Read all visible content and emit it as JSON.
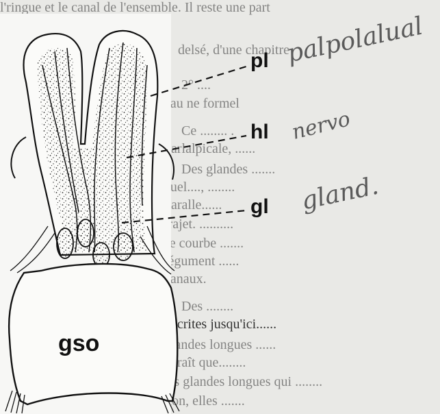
{
  "labels": {
    "pl": "pl",
    "hl": "hl",
    "gl": "gl",
    "gso": "gso"
  },
  "handwriting": {
    "pl": "palpolalual",
    "hl": "nervo",
    "gl": "gland."
  },
  "background_lines": [
    "l'ringue et le canal de l'ensemble. Il reste une part",
    "delsé, d'une chapitre",
    "2° .... ",
    "eau ne formel",
    "Ce ........ . ",
    "parlalpicale, ......",
    "Des glandes .......",
    "auel...., ........",
    "paralle......",
    "trajet. ..........",
    "se courbe ....... ",
    "tégument ......",
    "canaux.",
    "Des ........ ",
    "décrites jusqu'ici......",
    "glandes longues ......",
    "paraît que........",
    "les glandes longues qui ........",
    "tion, elles ......."
  ],
  "colors": {
    "ink": "#111111",
    "pencil": "#5a5a5a",
    "paper": "#e9e9e6"
  }
}
